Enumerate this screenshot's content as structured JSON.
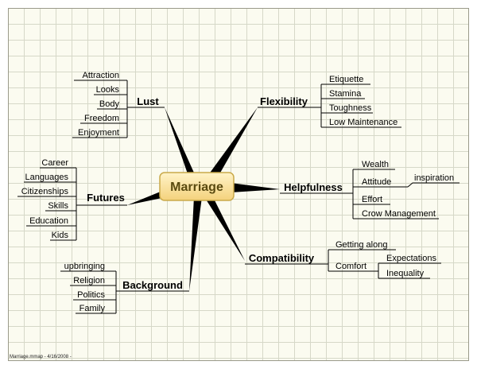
{
  "diagram": {
    "root": "Marriage",
    "branches": {
      "lust": {
        "label": "Lust",
        "items": [
          "Attraction",
          "Looks",
          "Body",
          "Freedom",
          "Enjoyment"
        ]
      },
      "flexibility": {
        "label": "Flexibility",
        "items": [
          "Etiquette",
          "Stamina",
          "Toughness",
          "Low Maintenance"
        ]
      },
      "helpfulness": {
        "label": "Helpfulness",
        "items": [
          "Wealth",
          "Attitude",
          "Effort",
          "Crow Management"
        ],
        "attitude_child": "inspiration"
      },
      "futures": {
        "label": "Futures",
        "items": [
          "Career",
          "Languages",
          "Citizenships",
          "Skills",
          "Education",
          "Kids"
        ]
      },
      "compatibility": {
        "label": "Compatibility",
        "items": [
          "Getting along",
          "Comfort"
        ],
        "comfort_children": [
          "Expectations",
          "Inequality"
        ]
      },
      "background": {
        "label": "Background",
        "items": [
          "upbringing",
          "Religion",
          "Politics",
          "Family"
        ]
      }
    }
  },
  "footer": {
    "text": "Marriage.mmap - 4/16/2008 -"
  },
  "colors": {
    "root_fill": "#fbe7a4",
    "root_border": "#c9a94a",
    "spoke": "#000000",
    "connector": "#000000",
    "grid": "#d6d8c8",
    "background": "#fbfbf0"
  }
}
